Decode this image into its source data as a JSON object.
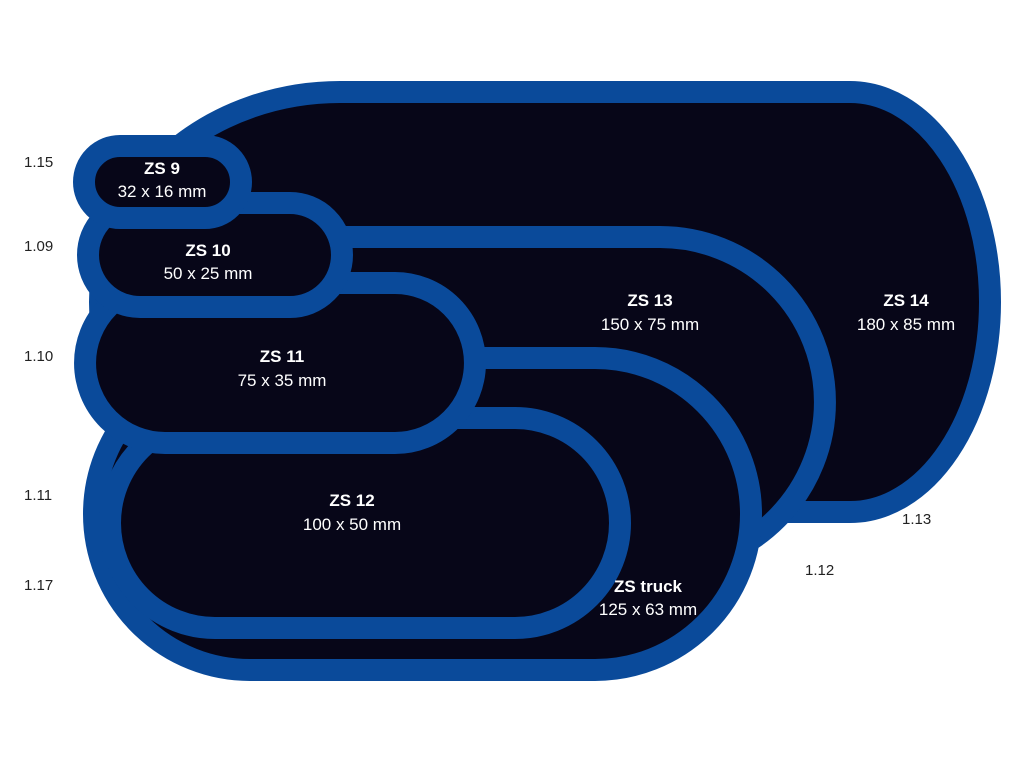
{
  "patches": [
    {
      "id": "zs-14",
      "name": "ZS 14",
      "size": "180 x 85 mm",
      "code": "1.13"
    },
    {
      "id": "zs-13",
      "name": "ZS 13",
      "size": "150 x 75 mm",
      "code": "1.12"
    },
    {
      "id": "zs-truck",
      "name": "ZS truck",
      "size": "125 x 63 mm",
      "code": "1.17"
    },
    {
      "id": "zs-12",
      "name": "ZS 12",
      "size": "100 x 50 mm",
      "code": "1.11"
    },
    {
      "id": "zs-11",
      "name": "ZS 11",
      "size": "75 x 35 mm",
      "code": "1.10"
    },
    {
      "id": "zs-10",
      "name": "ZS 10",
      "size": "50 x 25 mm",
      "code": "1.09"
    },
    {
      "id": "zs-9",
      "name": "ZS 9",
      "size": "32 x 16 mm",
      "code": "1.15"
    }
  ],
  "colors": {
    "outline": "#0a4a9a",
    "fill": "#070618",
    "label": "#ffffff",
    "code_text": "#222222"
  }
}
